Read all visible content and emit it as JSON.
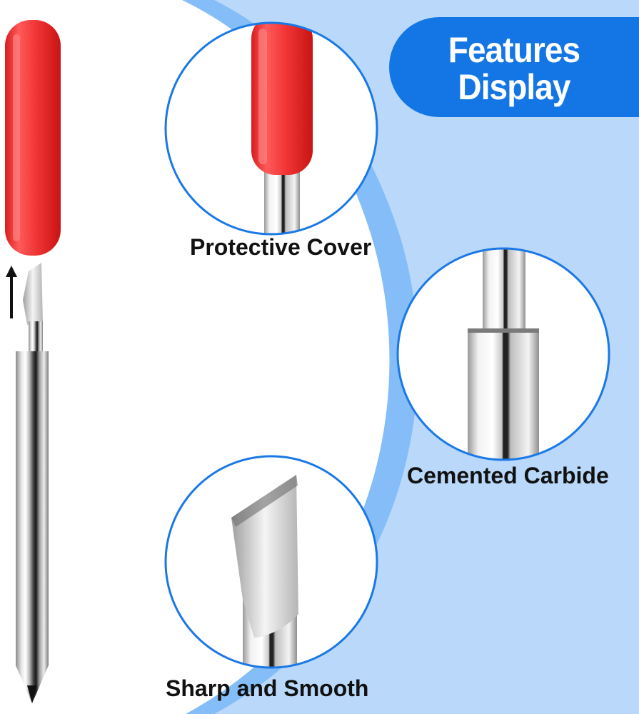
{
  "badge": {
    "line1": "Features",
    "line2": "Display",
    "color": "#1476e4"
  },
  "captions": {
    "protective": "Protective Cover",
    "carbide": "Cemented Carbide",
    "sharp": "Sharp and Smooth"
  },
  "colors": {
    "background_blue": "#b9d8fa",
    "arc_blue": "#84bdf7",
    "circle_border": "#1a78e6",
    "cap_red": "#f33c3c",
    "text": "#111111"
  },
  "icons": [
    "arrow-up-icon"
  ]
}
